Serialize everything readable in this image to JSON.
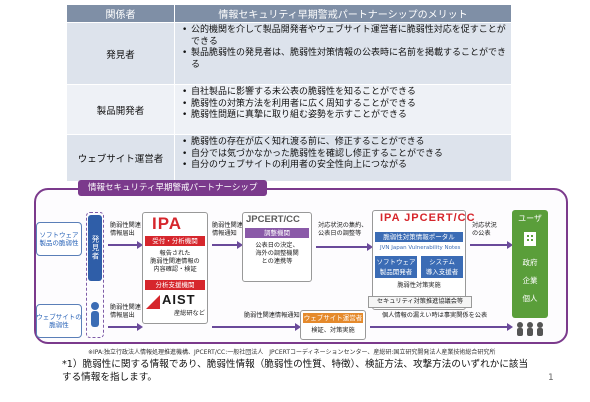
{
  "table": {
    "headers": [
      "関係者",
      "情報セキュリティ早期警戒パートナーシップのメリット"
    ],
    "rows": [
      {
        "role": "発見者",
        "merits": [
          "公的機関を介して製品開発者やウェブサイト運営者に脆弱性対応を促すことができる",
          "製品脆弱性の発見者は、脆弱性対策情報の公表時に名前を掲載することができる"
        ]
      },
      {
        "role": "製品開発者",
        "merits": [
          "自社製品に影響する未公表の脆弱性を知ることができる",
          "脆弱性の対策方法を利用者に広く周知することができる",
          "脆弱性問題に真摯に取り組む姿勢を示すことができる"
        ]
      },
      {
        "role": "ウェブサイト運営者",
        "merits": [
          "脆弱性の存在が広く知れ渡る前に、修正することができる",
          "自分では気づかなかった脆弱性を確認し修正することができる",
          "自分のウェブサイトの利用者の安全性向上につながる"
        ]
      }
    ]
  },
  "diagram": {
    "title": "情報セキュリティ早期警戒パートナーシップ",
    "left_labels": {
      "software": "ソフトウェア\n製品の脆弱性",
      "website": "ウェブサイトの\n脆弱性"
    },
    "finder": "発見者",
    "report_top": "脆弱性関連\n情報届出",
    "report_bottom": "脆弱性関連\n情報届出",
    "ipa": {
      "logo": "IPA",
      "badge": "受付・分析機関",
      "body": "報告された\n脆弱性関連情報の\n内容確認・検証",
      "support_badge": "分析支援機関",
      "aist_logo": "AIST",
      "aist_sub": "産総研など"
    },
    "notify_1": "脆弱性関連\n情報通知",
    "jpcert": {
      "logo": "JPCERT/CC",
      "badge": "調整機関",
      "body": "公表日の決定、\n海外の調整機関\nとの連携等"
    },
    "coordination": "対応状況の集約、\n公表日の調整等",
    "notify_2": "脆弱性関連\n情報通知",
    "portal": {
      "logo": "IPA JPCERT/CC",
      "badge": "脆弱性対策情報ポータル",
      "jvn": "JVN Japan Vulnerability Notes",
      "developer": "ソフトウェア\n製品開発者",
      "integrator": "システム\n導入支援者",
      "countermeasure": "脆弱性対策実施",
      "council": "セキュリティ対策推進協議会等"
    },
    "publish": "対応状況\nの公表",
    "user_label": "ユーザ",
    "users": [
      "政府",
      "企業",
      "個人"
    ],
    "bottom_notify": "脆弱性関連情報通知",
    "web_operator": {
      "badge": "ウェブサイト運営者",
      "body": "検証、対策実施"
    },
    "personal_info": "個人情報の漏えい時は事実関係を公表"
  },
  "footnote": "※IPA:独立行政法人情報処理推進機構、JPCERT/CC:一般社団法人　JPCERTコーディネーションセンター、産総研:国立研究開発法人産業技術総合研究所",
  "note": "*1）脆弱性に関する情報であり、脆弱性情報（脆弱性の性質、特徴）、検証方法、攻撃方法のいずれかに該当する情報を指します。",
  "page_number": "1",
  "colors": {
    "header": "#7f8fa6",
    "frame": "#7b3a8c",
    "ipa_red": "#d6262c",
    "jpcert_purple": "#8a5aa8",
    "user_green": "#5a9e3a"
  }
}
